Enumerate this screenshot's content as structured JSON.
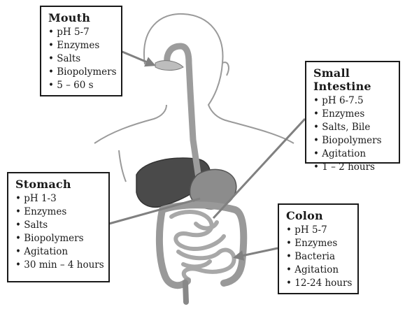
{
  "diagram": {
    "boxes": {
      "mouth": {
        "title": "Mouth",
        "items": [
          "pH 5-7",
          "Enzymes",
          "Salts",
          "Biopolymers",
          "5 – 60 s"
        ]
      },
      "small_intestine": {
        "title": "Small Intestine",
        "items": [
          "pH 6-7.5",
          "Enzymes",
          "Salts, Bile",
          "Biopolymers",
          "Agitation",
          "1 – 2 hours"
        ]
      },
      "stomach": {
        "title": "Stomach",
        "items": [
          "pH 1-3",
          "Enzymes",
          "Salts",
          "Biopolymers",
          "Agitation",
          "30 min – 4 hours"
        ]
      },
      "colon": {
        "title": "Colon",
        "items": [
          "pH 5-7",
          "Enzymes",
          "Bacteria",
          "Agitation",
          "12-24 hours"
        ]
      }
    },
    "colors": {
      "outline": "#1a1a1a",
      "body_outline": "#9a9a9a",
      "arrow": "#808080",
      "liver": "#4a4a4a",
      "stomach": "#8c8c8c",
      "intestine": "#a8a8a8",
      "esophagus": "#9c9c9c"
    }
  }
}
